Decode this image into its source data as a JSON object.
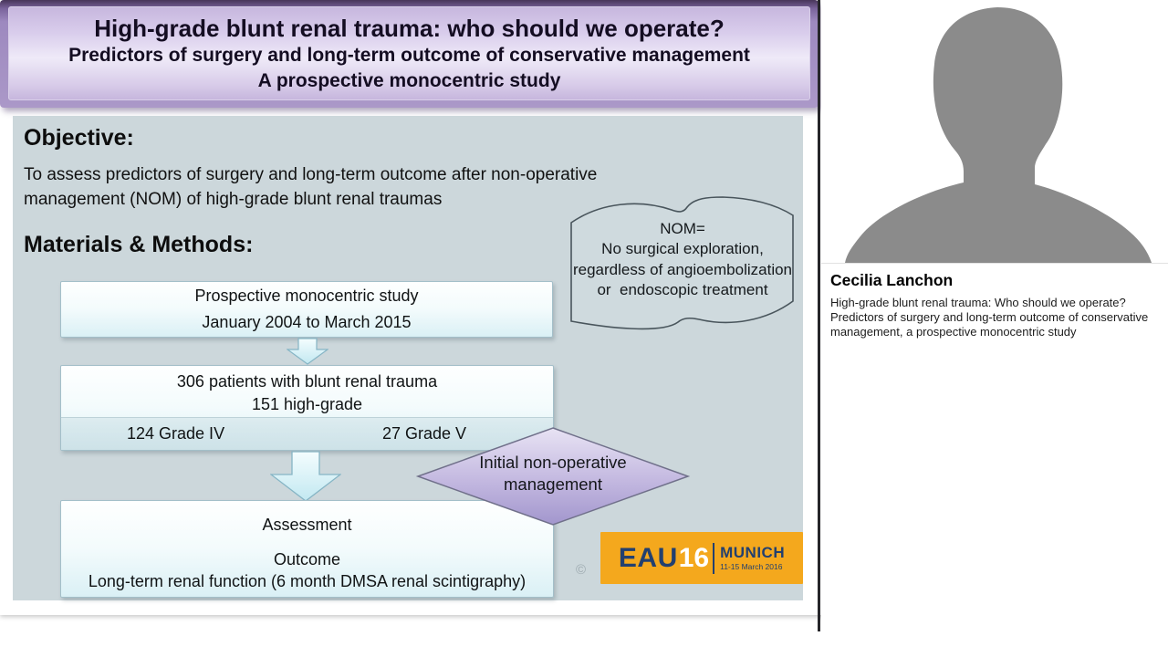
{
  "slide": {
    "title": {
      "line1": "High-grade blunt renal trauma: who should we operate?",
      "line2": "Predictors of surgery and long-term outcome of conservative management",
      "line3": "A prospective monocentric study"
    },
    "objective": {
      "heading": "Objective:",
      "text": "To assess predictors of surgery and long-term outcome after non-operative management (NOM) of high-grade blunt renal traumas"
    },
    "methods": {
      "heading": "Materials & Methods:"
    },
    "nom_note": {
      "line1": "NOM=",
      "line2": "No surgical exploration,",
      "line3": "regardless of angioembolization",
      "line4": "or  endoscopic treatment"
    },
    "flow": {
      "box1": {
        "line1": "Prospective monocentric study",
        "line2": "January 2004 to March 2015"
      },
      "box2": {
        "line1": "306 patients with blunt renal trauma",
        "line2": "151 high-grade",
        "grade_iv": "124 Grade IV",
        "grade_v": "27 Grade V"
      },
      "diamond": {
        "line1": "Initial non-operative",
        "line2": "management"
      },
      "box3": {
        "line1": "Assessment",
        "line2": "Outcome",
        "line3": "Long-term renal function (6 month DMSA renal scintigraphy)"
      }
    },
    "logo": {
      "eau": "EAU",
      "year": "16",
      "city": "MUNICH",
      "dates": "11-15 March 2016"
    },
    "copyright": "©"
  },
  "speaker": {
    "name": "Cecilia Lanchon",
    "talk_title": "High-grade blunt renal trauma: Who should we operate? Predictors of surgery and long-term outcome of conservative management, a prospective monocentric study"
  },
  "colors": {
    "banner_purple": "#ab98c8",
    "slide_bg": "#ccd7db",
    "flow_box_cyan": "#daf0f5",
    "diamond_purple": "#a89bd0",
    "logo_orange": "#f4a81d",
    "logo_navy": "#23406f",
    "avatar_gray": "#8b8b8b"
  }
}
